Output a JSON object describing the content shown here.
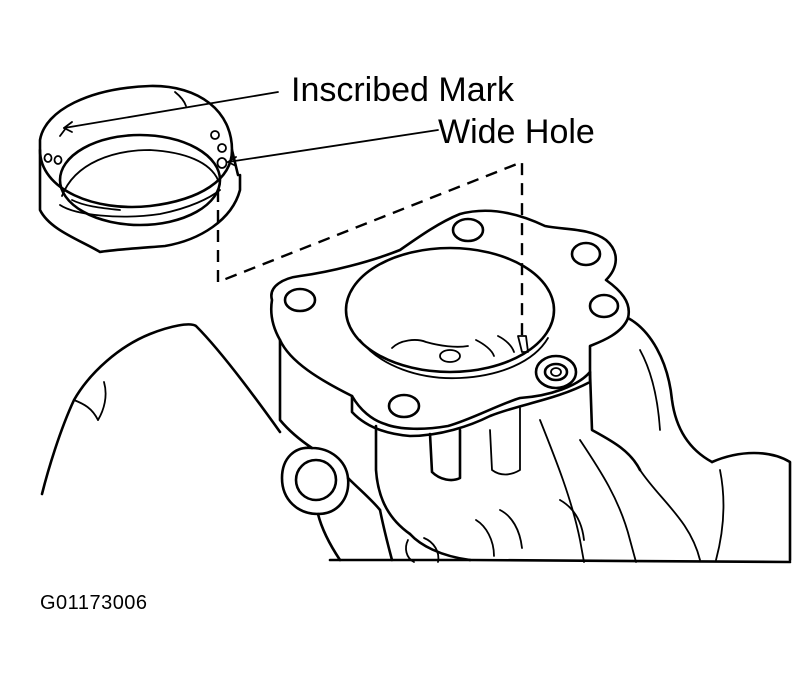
{
  "callouts": {
    "inscribed_mark": "Inscribed Mark",
    "wide_hole": "Wide Hole"
  },
  "figure_code": "G01173006"
}
